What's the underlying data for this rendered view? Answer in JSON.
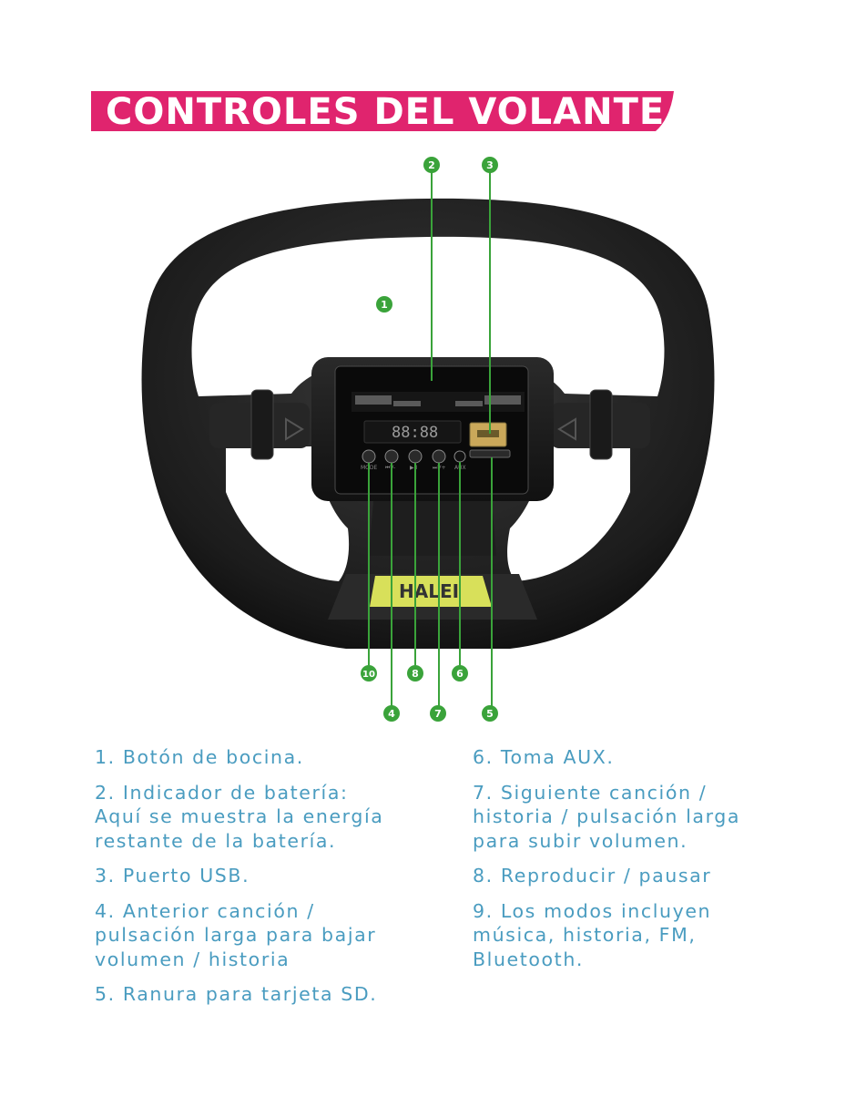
{
  "header": {
    "title": "CONTROLES DEL VOLANTE",
    "bar_color": "#e0246e"
  },
  "callouts": {
    "color": "#3aa33a",
    "labels": [
      "1",
      "2",
      "3",
      "4",
      "5",
      "6",
      "7",
      "8",
      "10"
    ]
  },
  "wheel": {
    "display_digits": "88:88",
    "brand_plate": "HALEI",
    "button_labels": [
      "MODE",
      "⏮V-",
      "▶II",
      "⏭V+",
      "AUX"
    ]
  },
  "instructions": {
    "left": [
      {
        "lines": [
          "1. Botón de bocina."
        ]
      },
      {
        "lines": [
          "2. Indicador de batería:",
          "Aquí se muestra la energía",
          "restante de la batería."
        ]
      },
      {
        "lines": [
          "3. Puerto USB."
        ]
      },
      {
        "lines": [
          "4. Anterior canción /",
          "pulsación larga para bajar",
          "volumen / historia"
        ]
      },
      {
        "lines": [
          "5. Ranura para tarjeta SD."
        ]
      }
    ],
    "right": [
      {
        "lines": [
          "6. Toma AUX."
        ]
      },
      {
        "lines": [
          "7. Siguiente canción /",
          "historia / pulsación larga",
          "para subir volumen."
        ]
      },
      {
        "lines": [
          "8. Reproducir / pausar"
        ]
      },
      {
        "lines": [
          "9. Los modos incluyen",
          "música, historia, FM,",
          "Bluetooth."
        ]
      }
    ],
    "text_color": "#4a9cc0"
  }
}
